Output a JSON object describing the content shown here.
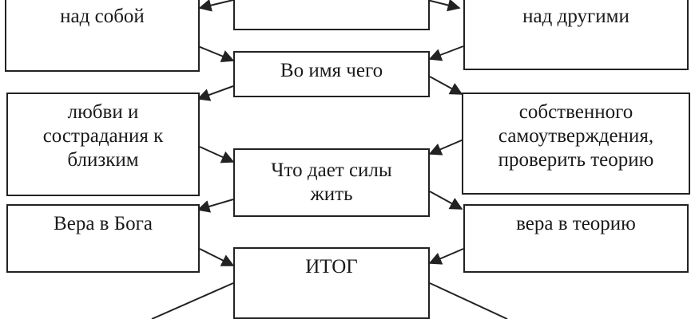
{
  "left_column": {
    "row1": "над собой",
    "row2": "любви и\nсострадания к\nблизким",
    "row3": "Вера в Бога"
  },
  "center_column": {
    "row0": "",
    "row1": "Во имя чего",
    "row2": "Что дает силы\nжить",
    "row3": "ИТОГ"
  },
  "right_column": {
    "row1": "над другими",
    "row2": "собственного\nсамоутверждения,\nпроверить теорию",
    "row3": "вера в теорию"
  },
  "colors": {
    "stroke": "#222222",
    "text": "#1a1a1a",
    "background": "#ffffff"
  }
}
